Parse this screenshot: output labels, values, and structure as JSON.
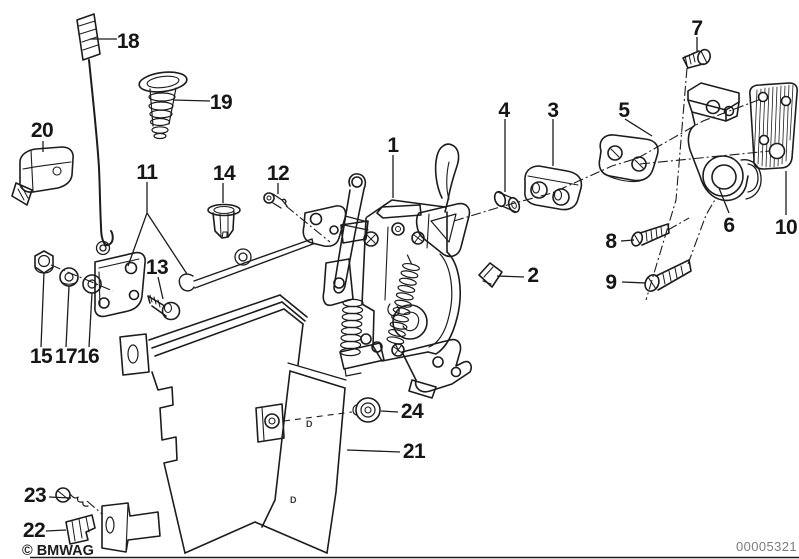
{
  "diagram": {
    "type": "exploded-parts-drawing",
    "callouts": {
      "c1": "1",
      "c2": "2",
      "c3": "3",
      "c4": "4",
      "c5": "5",
      "c6": "6",
      "c7": "7",
      "c8": "8",
      "c9": "9",
      "c10": "10",
      "c11": "11",
      "c12": "12",
      "c13": "13",
      "c14": "14",
      "c15": "15",
      "c16": "16",
      "c17": "17",
      "c18": "18",
      "c19": "19",
      "c20": "20",
      "c21": "21",
      "c22": "22",
      "c23": "23",
      "c24": "24"
    },
    "stamps": {
      "d1": "D",
      "d2": "D"
    },
    "footer": {
      "copyright": "© BMWAG",
      "document_number": "00005321"
    },
    "colors": {
      "ink": "#1c1c1c",
      "paper": "#ffffff",
      "doc_number_gray": "#7c7c7c"
    }
  }
}
